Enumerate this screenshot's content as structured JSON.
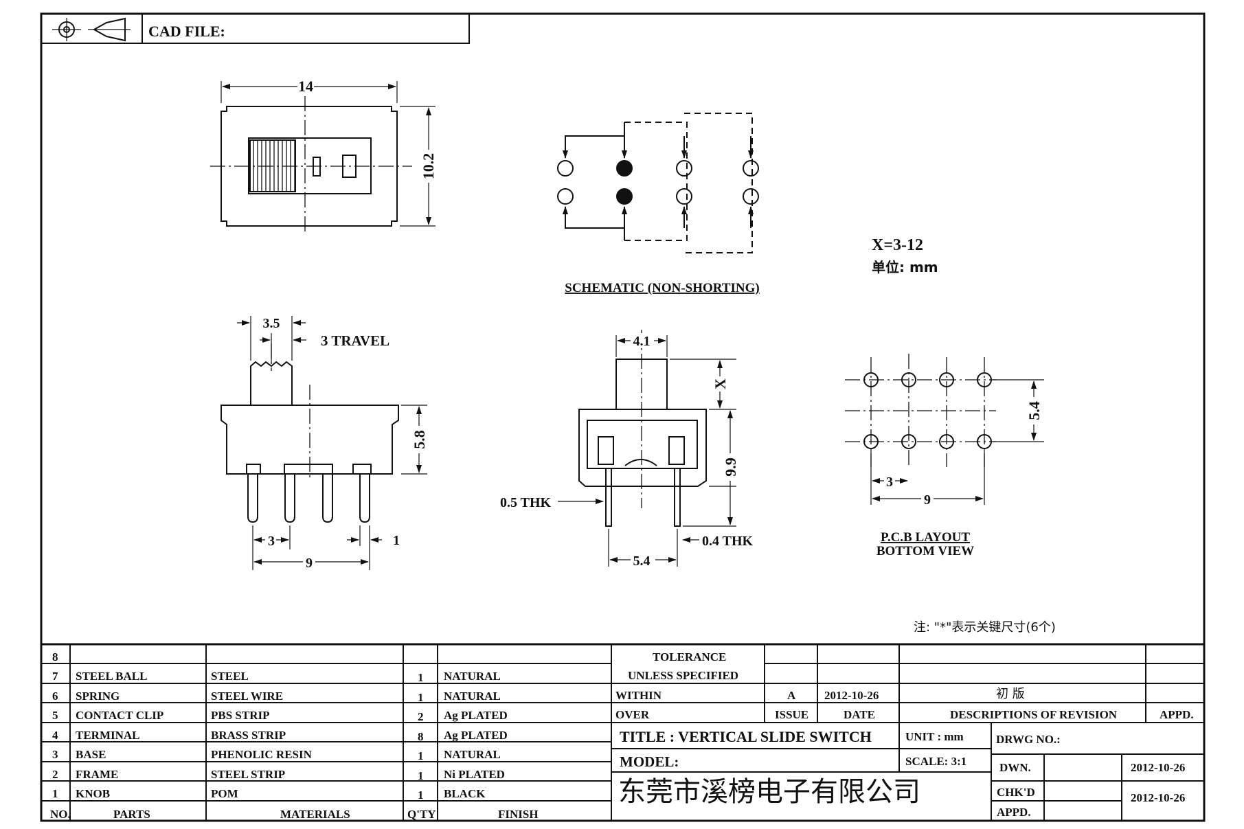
{
  "header": {
    "cad_file_label": "CAD FILE:"
  },
  "dims": {
    "top_width": "14",
    "top_height": "10.2",
    "knob_width": "3.5",
    "travel": "3 TRAVEL",
    "side_height": "5.8",
    "pin_pitch": "3",
    "pin_span": "9",
    "pin_width": "1",
    "front_knob": "4.1",
    "front_x": "X",
    "front_height": "9.9",
    "thk_05": "0.5 THK",
    "thk_04": "0.4 THK",
    "front_span": "5.4",
    "pcb_height": "5.4",
    "pcb_pitch": "3",
    "pcb_span": "9"
  },
  "labels": {
    "schematic": "SCHEMATIC (NON-SHORTING)",
    "x_range": "X=3-12",
    "unit": "单位: mm",
    "pcb_layout": "P.C.B LAYOUT",
    "bottom_view": "BOTTOM VIEW",
    "note": "注: \"*\"表示关键尺寸(6个)"
  },
  "parts_table": {
    "header": {
      "no": "NO.",
      "parts": "PARTS",
      "materials": "MATERIALS",
      "qty": "Q'TY",
      "finish": "FINISH"
    },
    "rows": [
      {
        "no": "8",
        "part": "",
        "material": "",
        "qty": "",
        "finish": ""
      },
      {
        "no": "7",
        "part": "STEEL BALL",
        "material": "STEEL",
        "qty": "1",
        "finish": "NATURAL"
      },
      {
        "no": "6",
        "part": "SPRING",
        "material": "STEEL WIRE",
        "qty": "1",
        "finish": "NATURAL"
      },
      {
        "no": "5",
        "part": "CONTACT CLIP",
        "material": "PBS STRIP",
        "qty": "2",
        "finish": "Ag PLATED"
      },
      {
        "no": "4",
        "part": "TERMINAL",
        "material": "BRASS STRIP",
        "qty": "8",
        "finish": "Ag PLATED"
      },
      {
        "no": "3",
        "part": "BASE",
        "material": "PHENOLIC RESIN",
        "qty": "1",
        "finish": "NATURAL"
      },
      {
        "no": "2",
        "part": "FRAME",
        "material": "STEEL STRIP",
        "qty": "1",
        "finish": "Ni PLATED"
      },
      {
        "no": "1",
        "part": "KNOB",
        "material": "POM",
        "qty": "1",
        "finish": "BLACK"
      }
    ]
  },
  "title_block": {
    "tolerance": "TOLERANCE",
    "unless_specified": "UNLESS SPECIFIED",
    "within": "WITHIN",
    "over": "OVER",
    "issue_value": "A",
    "date_value": "2012-10-26",
    "revision_value": "初 版",
    "issue_label": "ISSUE",
    "date_label": "DATE",
    "descriptions_label": "DESCRIPTIONS OF REVISION",
    "appd_label": "APPD.",
    "title": "TITLE :  VERTICAL SLIDE SWITCH",
    "unit": "UNIT :  mm",
    "drwg_no": "DRWG NO.:",
    "model": "MODEL:",
    "scale": "SCALE:  3:1",
    "dwn_label": "DWN.",
    "dwn_date": "2012-10-26",
    "company": "东莞市溪榜电子有限公司",
    "chkd_label": "CHK'D",
    "chkd_date": "2012-10-26",
    "appd2_label": "APPD."
  }
}
